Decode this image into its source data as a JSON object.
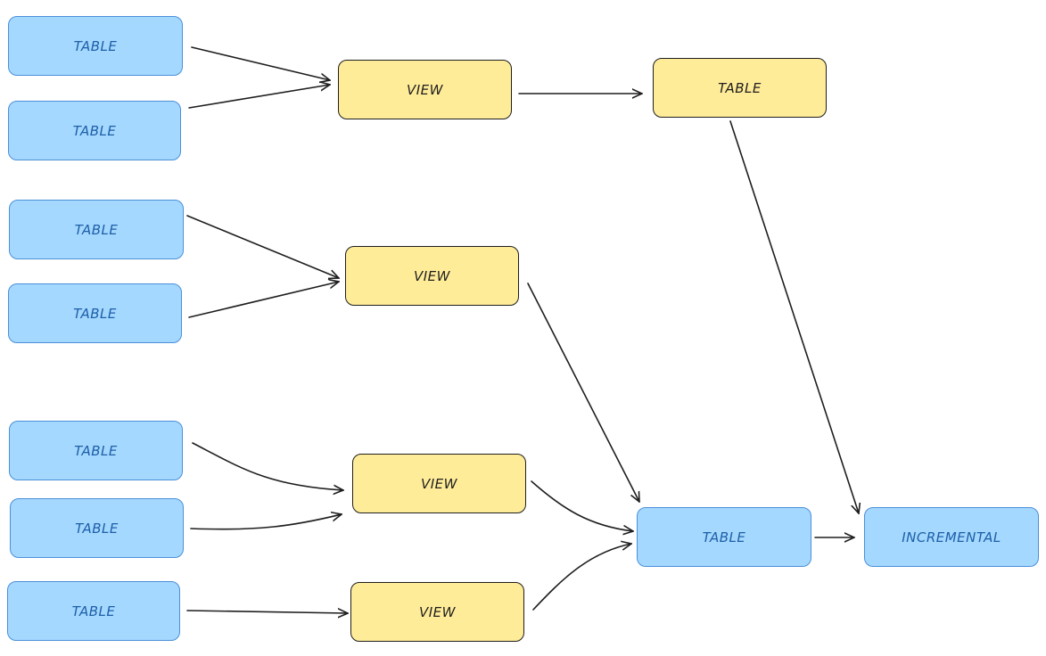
{
  "nodes": {
    "src_t1": "TABLE",
    "src_t2": "TABLE",
    "src_t3": "TABLE",
    "src_t4": "TABLE",
    "src_t5": "TABLE",
    "src_t6": "TABLE",
    "src_t7": "TABLE",
    "view_1": "VIEW",
    "view_2": "VIEW",
    "view_3": "VIEW",
    "view_4": "VIEW",
    "mid_table_top": "TABLE",
    "mid_table_bottom": "TABLE",
    "incremental": "INCREMENTAL"
  },
  "colors": {
    "table_fill": "#a5d8ff",
    "table_stroke": "#4a90d9",
    "table_text": "#1c5fa8",
    "view_fill": "#ffec99",
    "view_stroke": "#1e1e1e",
    "edge": "#1e1e1e"
  }
}
